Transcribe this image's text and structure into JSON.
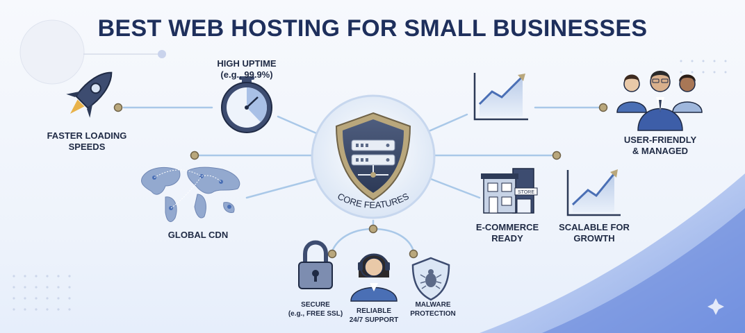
{
  "title": "BEST WEB HOSTING FOR SMALL BUSINESSES",
  "hub": {
    "label": "CORE FEATURES",
    "icon": "server-shield-icon"
  },
  "features": {
    "uptime": {
      "line1": "HIGH UPTIME",
      "line2": "(e.g., 99.9%)",
      "icon": "stopwatch-icon"
    },
    "speed": {
      "line1": "FASTER LOADING",
      "line2": "SPEEDS",
      "icon": "rocket-icon"
    },
    "cdn": {
      "line1": "GLOBAL CDN",
      "icon": "world-map-icon"
    },
    "user": {
      "line1": "USER-FRIENDLY",
      "line2": "& MANAGED",
      "icon": "team-icon"
    },
    "growth_chart": {
      "icon": "growth-chart-icon"
    },
    "ecommerce": {
      "line1": "E-COMMERCE",
      "line2": "READY",
      "icon": "storefront-icon",
      "store_sign": "STORE"
    },
    "scalable": {
      "line1": "SCALABLE FOR",
      "line2": "GROWTH",
      "icon": "scalable-chart-icon"
    },
    "secure": {
      "line1": "SECURE",
      "line2": "(e.g., FREE SSL)",
      "icon": "padlock-icon"
    },
    "support": {
      "line1": "RELIABLE",
      "line2": "24/7 SUPPORT",
      "icon": "headset-agent-icon"
    },
    "malware": {
      "line1": "MALWARE",
      "line2": "PROTECTION",
      "icon": "bug-shield-icon"
    }
  },
  "colors": {
    "title": "#1e2f5c",
    "connector": "#a9c8e8",
    "accent": "#4a6fb5",
    "node": "#b9a77c"
  }
}
